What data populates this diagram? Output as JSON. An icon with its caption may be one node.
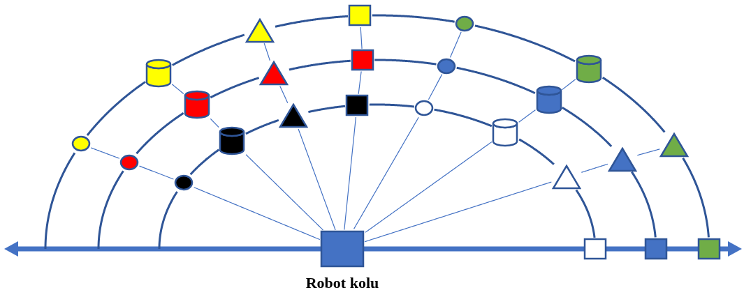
{
  "diagram": {
    "nodes": [
      {
        "text": [],
        "shape": "box",
        "beside": [
          "Robot kolu"
        ]
      },
      {
        "text": [],
        "shape": "circle"
      },
      {
        "text": [],
        "shape": "cylinder"
      },
      {
        "text": [],
        "shape": "triangle"
      },
      {
        "text": [],
        "shape": "box"
      },
      {
        "text": [],
        "shape": "circle"
      },
      {
        "text": [],
        "shape": "cylinder"
      },
      {
        "text": [],
        "shape": "triangle"
      },
      {
        "text": [],
        "shape": "box"
      },
      {
        "text": [],
        "shape": "circle"
      },
      {
        "text": [],
        "shape": "cylinder"
      },
      {
        "text": [],
        "shape": "triangle"
      },
      {
        "text": [],
        "shape": "box"
      },
      {
        "text": [],
        "shape": "circle"
      },
      {
        "text": [],
        "shape": "cylinder"
      },
      {
        "text": [],
        "shape": "triangle"
      },
      {
        "text": [],
        "shape": "box"
      },
      {
        "text": [],
        "shape": "circle"
      },
      {
        "text": [],
        "shape": "cylinder"
      },
      {
        "text": [],
        "shape": "triangle"
      },
      {
        "text": [],
        "shape": "box"
      },
      {
        "text": [],
        "shape": "circle"
      },
      {
        "text": [],
        "shape": "cylinder"
      },
      {
        "text": [],
        "shape": "triangle"
      },
      {
        "text": [],
        "shape": "box"
      }
    ],
    "edges": [
      {
        "from": 0,
        "to": 1,
        "arrow": "none",
        "color": "#4472c4"
      },
      {
        "from": 1,
        "to": 9,
        "arrow": "none",
        "color": "#4472c4"
      },
      {
        "from": 9,
        "to": 17,
        "arrow": "none",
        "color": "#4472c4"
      },
      {
        "from": 0,
        "to": 2,
        "arrow": "none",
        "color": "#4472c4"
      },
      {
        "from": 2,
        "to": 10,
        "arrow": "none",
        "color": "#4472c4"
      },
      {
        "from": 10,
        "to": 18,
        "arrow": "none",
        "color": "#4472c4"
      },
      {
        "from": 0,
        "to": 3,
        "arrow": "none",
        "color": "#4472c4"
      },
      {
        "from": 3,
        "to": 11,
        "arrow": "none",
        "color": "#4472c4"
      },
      {
        "from": 11,
        "to": 19,
        "arrow": "none",
        "color": "#4472c4"
      },
      {
        "from": 0,
        "to": 4,
        "arrow": "none",
        "color": "#4472c4"
      },
      {
        "from": 4,
        "to": 12,
        "arrow": "none",
        "color": "#4472c4"
      },
      {
        "from": 12,
        "to": 20,
        "arrow": "none",
        "color": "#4472c4"
      },
      {
        "from": 0,
        "to": 5,
        "arrow": "none",
        "color": "#4472c4"
      },
      {
        "from": 5,
        "to": 13,
        "arrow": "none",
        "color": "#4472c4"
      },
      {
        "from": 13,
        "to": 21,
        "arrow": "none",
        "color": "#4472c4"
      },
      {
        "from": 0,
        "to": 6,
        "arrow": "none",
        "color": "#4472c4"
      },
      {
        "from": 6,
        "to": 14,
        "arrow": "none",
        "color": "#4472c4"
      },
      {
        "from": 14,
        "to": 22,
        "arrow": "none",
        "color": "#4472c4"
      },
      {
        "from": 0,
        "to": 7,
        "arrow": "none",
        "color": "#4472c4"
      },
      {
        "from": 7,
        "to": 15,
        "arrow": "none",
        "color": "#4472c4"
      },
      {
        "from": 15,
        "to": 23,
        "arrow": "none",
        "color": "#4472c4"
      },
      {
        "from": null,
        "to": 1,
        "arrow": "none"
      },
      {
        "from": 1,
        "to": 2,
        "arrow": "none"
      },
      {
        "from": 2,
        "to": 3,
        "arrow": "none"
      },
      {
        "from": 3,
        "to": 4,
        "arrow": "none"
      },
      {
        "from": 4,
        "to": 5,
        "arrow": "none"
      },
      {
        "from": 5,
        "to": 6,
        "arrow": "none"
      },
      {
        "from": 6,
        "to": 7,
        "arrow": "none"
      },
      {
        "from": 7,
        "to": 8,
        "arrow": "none"
      },
      {
        "from": null,
        "to": 9,
        "arrow": "none"
      },
      {
        "from": 9,
        "to": 10,
        "arrow": "none"
      },
      {
        "from": 10,
        "to": 11,
        "arrow": "none"
      },
      {
        "from": 11,
        "to": 12,
        "arrow": "none"
      },
      {
        "from": 12,
        "to": 13,
        "arrow": "none"
      },
      {
        "from": 13,
        "to": 14,
        "arrow": "none"
      },
      {
        "from": 14,
        "to": 15,
        "arrow": "none"
      },
      {
        "from": 15,
        "to": 16,
        "arrow": "none"
      },
      {
        "from": null,
        "to": 17,
        "arrow": "none"
      },
      {
        "from": 17,
        "to": 18,
        "arrow": "none"
      },
      {
        "from": 18,
        "to": 19,
        "arrow": "none"
      },
      {
        "from": 19,
        "to": 20,
        "arrow": "none"
      },
      {
        "from": 20,
        "to": 21,
        "arrow": "none"
      },
      {
        "from": 21,
        "to": 22,
        "arrow": "none"
      },
      {
        "from": 22,
        "to": 23,
        "arrow": "none"
      },
      {
        "from": 23,
        "to": 24,
        "arrow": "none"
      }
    ]
  }
}
